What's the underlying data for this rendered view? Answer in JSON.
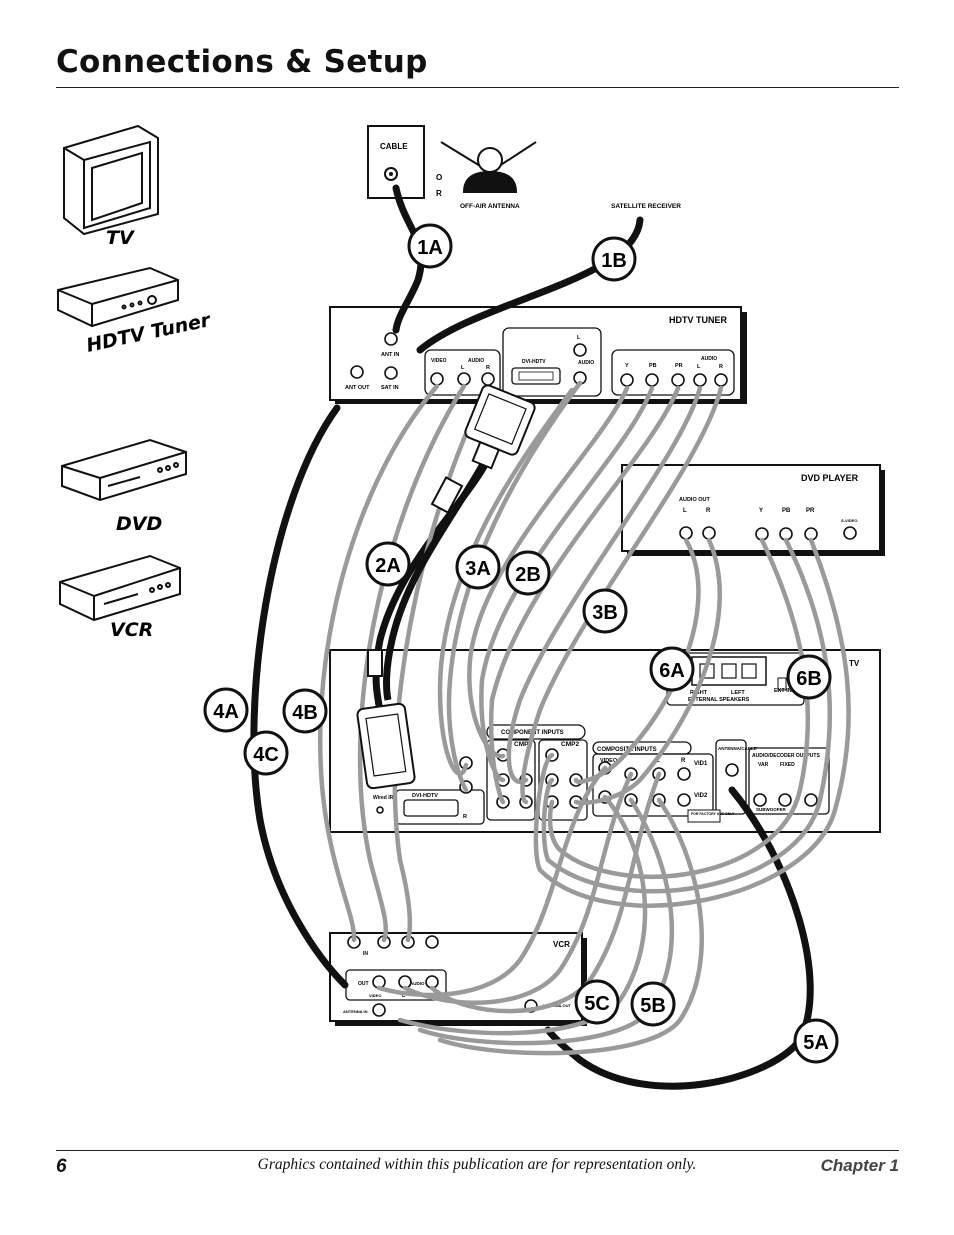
{
  "page": {
    "title": "Connections & Setup",
    "page_number": "6",
    "disclaimer": "Graphics contained within this publication are for representation only.",
    "chapter": "Chapter 1"
  },
  "devices": {
    "tv": "TV",
    "hdtv_tuner": "HDTV Tuner",
    "dvd": "DVD",
    "vcr": "VCR"
  },
  "sources": {
    "cable": "CABLE",
    "or_o": "O",
    "or_r": "R",
    "off_air": "OFF-AIR ANTENNA",
    "satellite": "SATELLITE RECEIVER"
  },
  "panels": {
    "hdtv_tuner": {
      "title": "HDTV TUNER",
      "ant_in": "ANT IN",
      "ant_out": "ANT OUT",
      "sat_in": "SAT IN",
      "video": "VIDEO",
      "audio": "AUDIO",
      "l": "L",
      "r": "R",
      "dvi_hdtv": "DVI-HDTV",
      "y": "Y",
      "pb": "PB",
      "pr": "PR"
    },
    "dvd": {
      "title": "DVD PLAYER",
      "audio_out": "AUDIO OUT",
      "l": "L",
      "r": "R",
      "y": "Y",
      "pb": "PB",
      "pr": "PR",
      "svideo": "S-VIDEO"
    },
    "tv": {
      "title": "TV",
      "right": "RIGHT",
      "left": "LEFT",
      "external_speakers": "EXTERNAL SPEAKERS",
      "ext_in": "EXT IN",
      "component_inputs": "COMPONENT INPUTS",
      "cmp1": "CMP1",
      "cmp2": "CMP2",
      "composite_inputs": "COMPOSITE INPUTS",
      "video": "VIDEO",
      "l": "L",
      "r": "R",
      "vid1": "VID1",
      "vid2": "VID2",
      "antenna_cable": "ANTENNA/CABLE",
      "audio_outputs": "AUDIO/DECODER OUTPUTS",
      "fixed": "FIXED",
      "var": "VAR",
      "subwoofer": "SUBWOOFER",
      "for_factory": "FOR FACTORY USE ONLY",
      "wired_ir": "Wired IR",
      "dvi_hdtv": "DVI-HDTV"
    },
    "vcr": {
      "title": "VCR",
      "out": "OUT",
      "in": "IN",
      "video": "VIDEO",
      "audio": "AUDIO",
      "l": "L",
      "r": "R",
      "antenna_in": "ANTENNA IN",
      "antenna_out": "ANTENNA OUT"
    }
  },
  "callouts": [
    "1A",
    "1B",
    "2A",
    "2B",
    "3A",
    "3B",
    "4A",
    "4B",
    "4C",
    "5A",
    "5B",
    "5C",
    "6A",
    "6B"
  ]
}
